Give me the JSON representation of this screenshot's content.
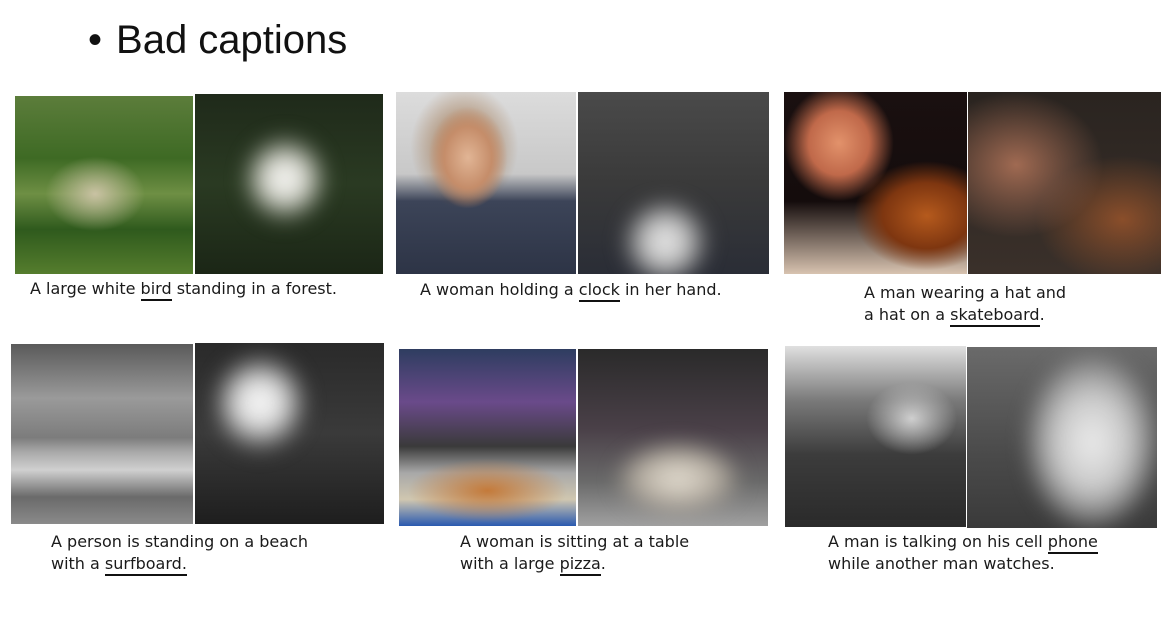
{
  "title": {
    "bullet": "•",
    "text": "Bad captions"
  },
  "panels": [
    {
      "caption": [
        [
          "A large white ",
          "bird",
          " standing in a forest."
        ]
      ]
    },
    {
      "caption": [
        [
          "A woman holding a ",
          "clock",
          " in her hand."
        ]
      ]
    },
    {
      "caption": [
        [
          "A man wearing a hat and",
          "",
          ""
        ],
        [
          "a hat on a ",
          "skateboard",
          "."
        ]
      ]
    },
    {
      "caption": [
        [
          "A person is standing on a beach",
          "",
          ""
        ],
        [
          "with a ",
          "surfboard.",
          ""
        ]
      ]
    },
    {
      "caption": [
        [
          "A woman is sitting at a table",
          "",
          ""
        ],
        [
          "with a large ",
          "pizza",
          "."
        ]
      ]
    },
    {
      "caption": [
        [
          "A man is talking on his cell ",
          "phone",
          ""
        ],
        [
          "while another man watches.",
          "",
          ""
        ]
      ]
    }
  ]
}
